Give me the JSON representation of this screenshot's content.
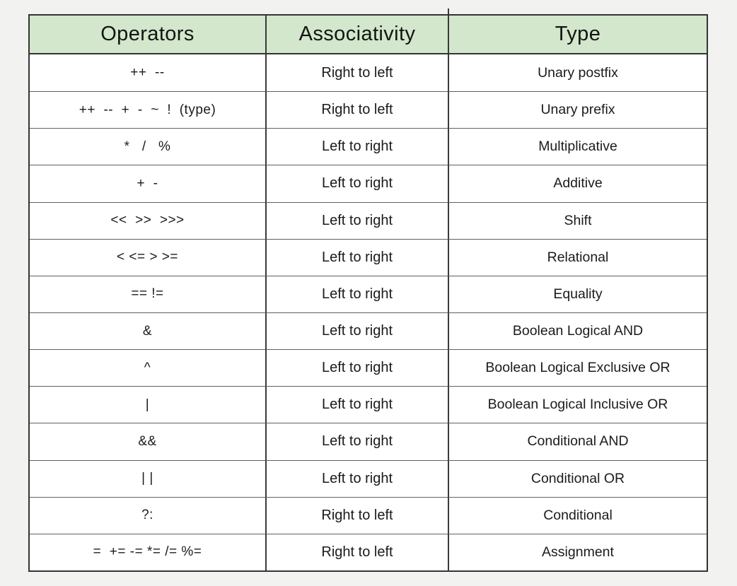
{
  "page": {
    "background_color": "#f2f2f1",
    "header_bg_color": "#d2e7cb",
    "border_color": "#343434",
    "row_line_color": "#606060",
    "text_color": "#1b1b1b"
  },
  "table": {
    "headers": [
      "Operators",
      "Associativity",
      "Type"
    ],
    "rows": [
      {
        "operators": "++  --",
        "associativity": "Right to left",
        "type": "Unary postfix"
      },
      {
        "operators": "++  --  +  -  ~  !  (type)",
        "associativity": "Right to left",
        "type": "Unary prefix"
      },
      {
        "operators": "*   /   %",
        "associativity": "Left to right",
        "type": "Multiplicative"
      },
      {
        "operators": "+  -",
        "associativity": "Left to right",
        "type": "Additive"
      },
      {
        "operators": "<<  >>  >>>",
        "associativity": "Left to right",
        "type": "Shift"
      },
      {
        "operators": "< <= > >=",
        "associativity": "Left to right",
        "type": "Relational"
      },
      {
        "operators": "== !=",
        "associativity": "Left to right",
        "type": "Equality"
      },
      {
        "operators": "&",
        "associativity": "Left to right",
        "type": "Boolean Logical AND"
      },
      {
        "operators": "^",
        "associativity": "Left to right",
        "type": "Boolean Logical Exclusive OR"
      },
      {
        "operators": "|",
        "associativity": "Left to right",
        "type": "Boolean Logical Inclusive OR"
      },
      {
        "operators": "&&",
        "associativity": "Left to right",
        "type": "Conditional AND"
      },
      {
        "operators": "| |",
        "associativity": "Left to right",
        "type": "Conditional OR"
      },
      {
        "operators": "?:",
        "associativity": "Right to left",
        "type": "Conditional"
      },
      {
        "operators": "=  += -= *= /= %=",
        "associativity": "Right to left",
        "type": "Assignment"
      }
    ]
  }
}
